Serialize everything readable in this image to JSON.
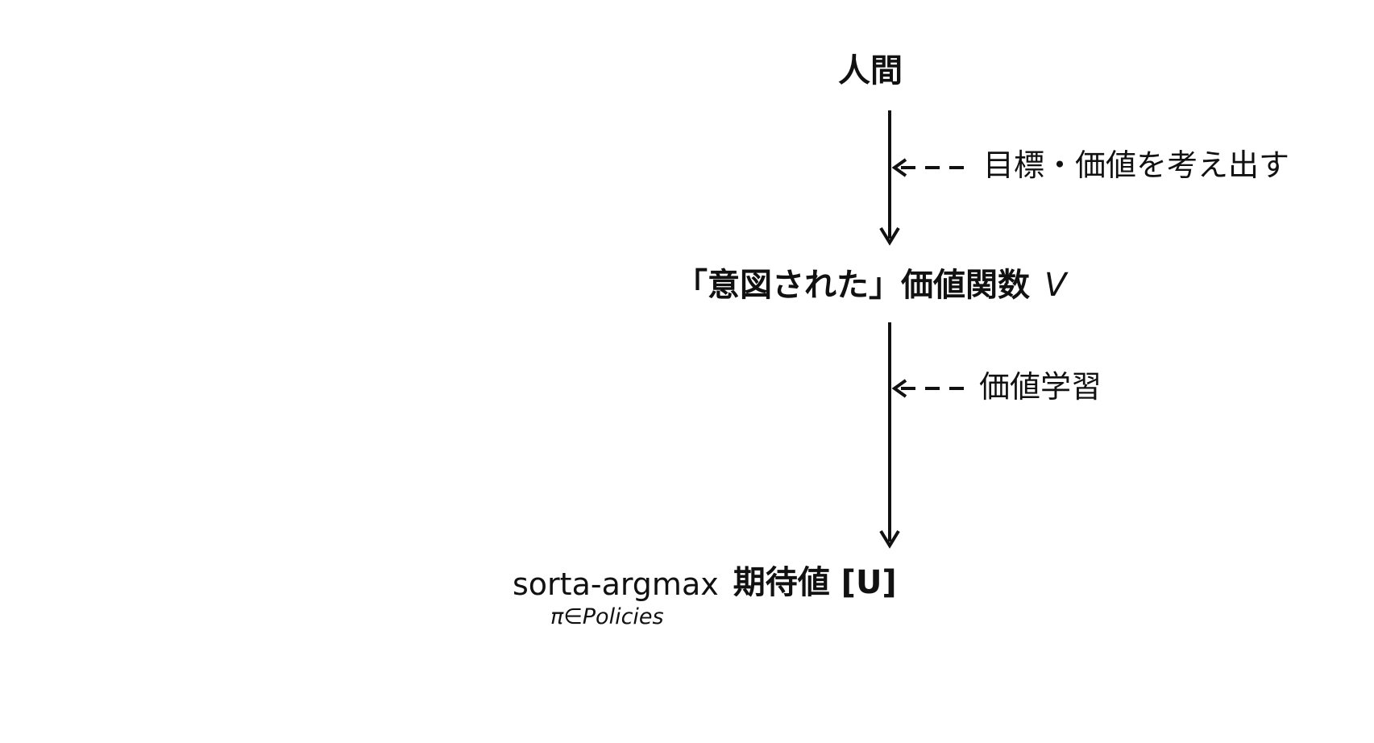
{
  "nodes": {
    "human": "人間",
    "intended_value_function": "「意図された」価値関数",
    "intended_value_function_symbol": "V",
    "objective_operator": "sorta-argmax",
    "objective_subscript": "π∈Policies",
    "objective_target": "期待値 [U]"
  },
  "edges": {
    "human_to_value": "目標・価値を考え出す",
    "value_to_objective": "価値学習"
  },
  "colors": {
    "ink": "#111111",
    "background": "#ffffff"
  }
}
